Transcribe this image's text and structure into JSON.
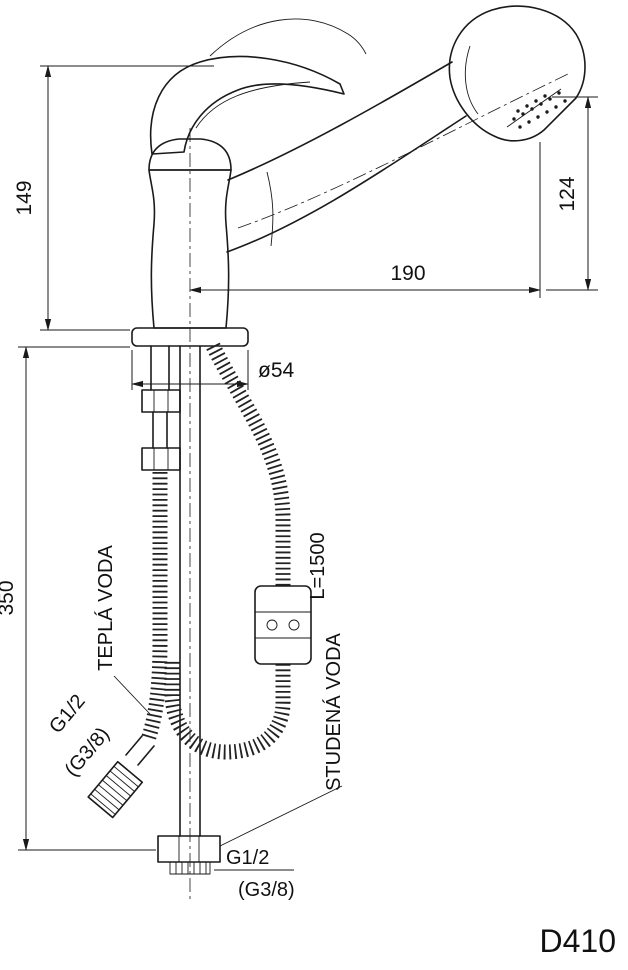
{
  "meta": {
    "model": "D410"
  },
  "dimensions": {
    "total_height": "149",
    "outlet_height": "124",
    "spout_reach": "190",
    "base_diameter": "ø54",
    "under_counter_depth": "350",
    "hose_length": "L=1500"
  },
  "labels": {
    "hot_water": "TEPLÁ VODA",
    "cold_water": "STUDENÁ VODA",
    "hot_thread_primary": "G1/2",
    "hot_thread_alt": "(G3/8)",
    "bottom_thread_primary": "G1/2",
    "bottom_thread_alt": "(G3/8)"
  },
  "colors": {
    "line": "#1a1a1a",
    "background": "#ffffff"
  }
}
